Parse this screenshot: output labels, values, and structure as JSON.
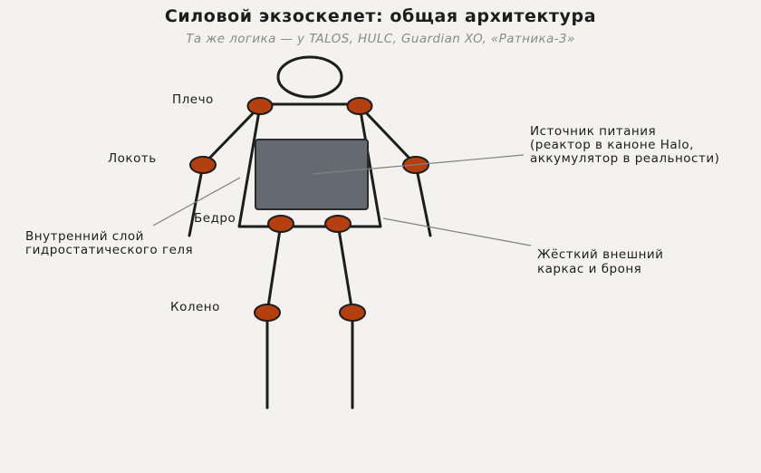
{
  "title": "Силовой экзоскелет: общая архитектура",
  "subtitle": "Та же логика — у TALOS, HULC, Guardian XO, «Ратника-3»",
  "colors": {
    "background": "#f3f2ee",
    "frame": "#1d1d1d",
    "joint": "#b5400f",
    "power_unit": "#636a72",
    "leader": "#808080"
  },
  "labels": {
    "shoulder": "Плечо",
    "elbow": "Локоть",
    "hip": "Бедро",
    "knee": "Колено",
    "gel_layer": [
      "Внутренний слой",
      "гидростатического геля"
    ],
    "power_source": [
      "Источник питания",
      "(реактор в каноне Halo,",
      "аккумулятор в реальности)"
    ],
    "frame_armor": [
      "Жёсткий внешний",
      "каркас и броня"
    ]
  }
}
